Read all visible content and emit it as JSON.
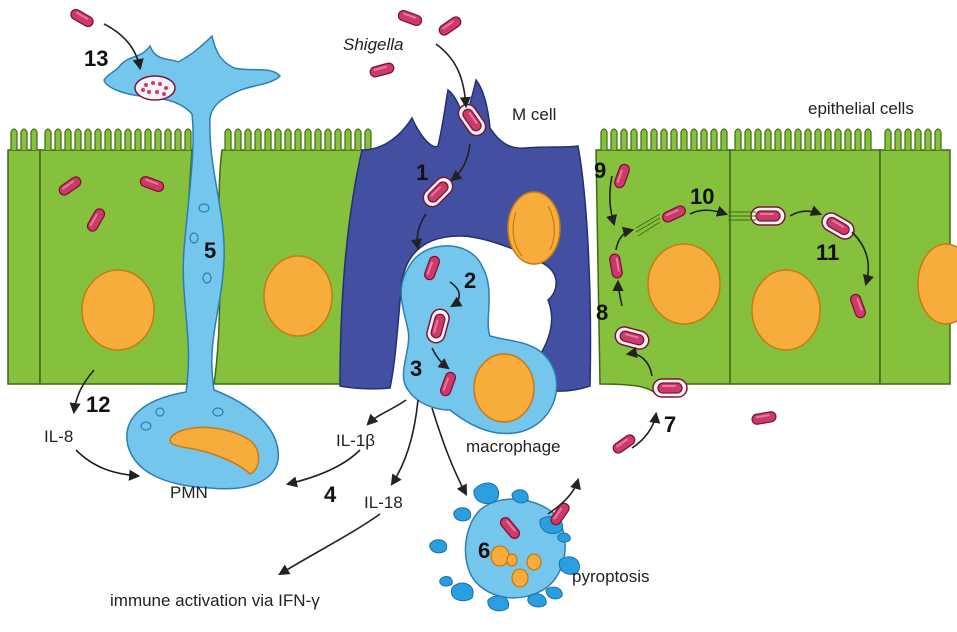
{
  "labels": {
    "shigella": "Shigella",
    "m_cell": "M cell",
    "epithelial_cells": "epithelial cells",
    "macrophage": "macrophage",
    "pmn": "PMN",
    "il8": "IL-8",
    "il1b": "IL-1β",
    "il18": "IL-18",
    "pyroptosis": "pyroptosis",
    "immune_activation": "immune activation via IFN-γ"
  },
  "steps": [
    "1",
    "2",
    "3",
    "4",
    "5",
    "6",
    "7",
    "8",
    "9",
    "10",
    "11",
    "12",
    "13"
  ],
  "colors": {
    "epithelium": "#86c13d",
    "epithelium_stroke": "#3f6b14",
    "m_cell": "#434fa0",
    "phagocyte": "#74c6ec",
    "phagocyte_stroke": "#2c7fb3",
    "nucleus": "#f7ad3c",
    "nucleus_stroke": "#c97a10",
    "bacterium": "#cd3a6a",
    "bacterium_stroke": "#7e1438",
    "vacuole": "#f4f4f4"
  }
}
